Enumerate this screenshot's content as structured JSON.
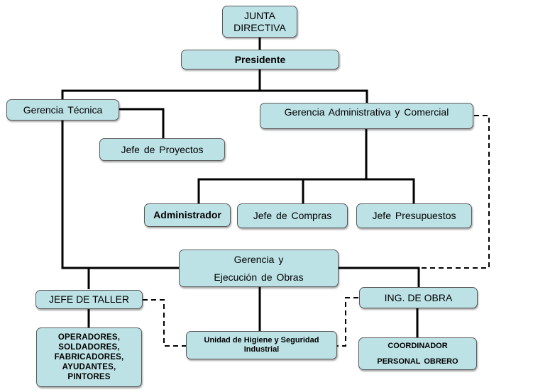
{
  "diagram": {
    "title": "Organigrama",
    "colors": {
      "box_fill": "#bde2e6",
      "box_border": "#5a5a5a",
      "line": "#000000"
    },
    "nodes": {
      "junta": {
        "lines": [
          "JUNTA",
          "DIRECTIVA"
        ]
      },
      "presidente": {
        "label": "Presidente"
      },
      "gerencia_tecnica": {
        "label": "Gerencia  Técnica"
      },
      "jefe_proyectos": {
        "label": "Jefe  de Proyectos"
      },
      "gerencia_admin": {
        "label": "Gerencia  Administrativa  y Comercial"
      },
      "administrador": {
        "label": "Administrador"
      },
      "jefe_compras": {
        "label": "Jefe  de Compras"
      },
      "jefe_presupuestos": {
        "label": "Jefe  Presupuestos"
      },
      "gerencia_obras": {
        "lines": [
          "Gerencia  y",
          "Ejecución  de Obras"
        ]
      },
      "jefe_taller": {
        "label": "JEFE DE TALLER"
      },
      "operadores": {
        "lines": [
          "OPERADORES,",
          "SOLDADORES,",
          "FABRICADORES,",
          "AYUDANTES,",
          "PINTORES"
        ]
      },
      "unidad_higiene": {
        "lines": [
          "Unidad de Higiene y Seguridad",
          "Industrial"
        ]
      },
      "ing_obra": {
        "label": "ING. DE OBRA"
      },
      "coordinador": {
        "lines": [
          "COORDINADOR",
          "PERSONAL  OBRERO"
        ]
      }
    },
    "connections": [
      {
        "from": "junta",
        "to": "presidente",
        "style": "solid"
      },
      {
        "from": "presidente",
        "to": "gerencia_tecnica",
        "style": "solid"
      },
      {
        "from": "presidente",
        "to": "gerencia_admin",
        "style": "solid"
      },
      {
        "from": "gerencia_tecnica",
        "to": "jefe_proyectos",
        "style": "solid"
      },
      {
        "from": "gerencia_tecnica",
        "to": "gerencia_obras",
        "style": "solid"
      },
      {
        "from": "gerencia_admin",
        "to": "administrador",
        "style": "solid"
      },
      {
        "from": "gerencia_admin",
        "to": "jefe_compras",
        "style": "solid"
      },
      {
        "from": "gerencia_admin",
        "to": "jefe_presupuestos",
        "style": "solid"
      },
      {
        "from": "gerencia_admin",
        "to": "gerencia_obras",
        "style": "dashed"
      },
      {
        "from": "gerencia_obras",
        "to": "jefe_taller",
        "style": "solid"
      },
      {
        "from": "gerencia_obras",
        "to": "ing_obra",
        "style": "solid"
      },
      {
        "from": "gerencia_obras",
        "to": "unidad_higiene",
        "style": "solid"
      },
      {
        "from": "jefe_taller",
        "to": "operadores",
        "style": "solid"
      },
      {
        "from": "jefe_taller",
        "to": "unidad_higiene",
        "style": "dashed"
      },
      {
        "from": "ing_obra",
        "to": "unidad_higiene",
        "style": "dashed"
      },
      {
        "from": "ing_obra",
        "to": "coordinador",
        "style": "solid"
      }
    ]
  }
}
